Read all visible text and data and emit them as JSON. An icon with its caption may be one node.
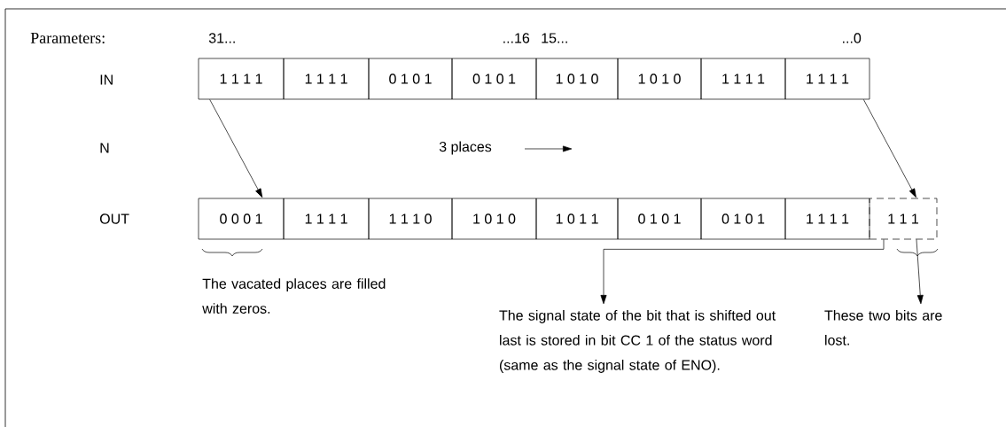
{
  "diagram": {
    "nodes": [
      {
        "text": [
          "1 1 1 1"
        ]
      },
      {
        "text": [
          "1 1 1 1"
        ]
      },
      {
        "text": [
          "0 1 0 1"
        ]
      },
      {
        "text": [
          "0 1 0 1"
        ]
      },
      {
        "text": [
          "1 0 1 0"
        ]
      },
      {
        "text": [
          "1 0 1 0"
        ]
      },
      {
        "text": [
          "1 1 1 1"
        ]
      },
      {
        "text": [
          "1 1 1 1"
        ]
      },
      {
        "text": [
          "0 0 0 1"
        ]
      },
      {
        "text": [
          "1 1 1 1"
        ]
      },
      {
        "text": [
          "1 1 1 0"
        ]
      },
      {
        "text": [
          "1 0 1 0"
        ]
      },
      {
        "text": [
          "1 0 1 1"
        ]
      },
      {
        "text": [
          "0 1 0 1"
        ]
      },
      {
        "text": [
          "0 1 0 1"
        ]
      },
      {
        "text": [
          "1 1 1 1"
        ]
      },
      {
        "text": [
          "1 1 1"
        ]
      },
      {
        "text": [
          "The signal state of the bit that is shifted out last is stored in bit CC 1 of the status word (same as the signal state of ENO)."
        ]
      },
      {
        "text": [
          "These two bits are lost."
        ]
      }
    ],
    "edges": [
      {
        "from": 0,
        "to": 8,
        "arrow": "to"
      },
      {
        "from": 7,
        "to": 16,
        "arrow": "to"
      },
      {
        "from": 16,
        "to": 17,
        "arrow": "to"
      },
      {
        "from": 16,
        "to": 18,
        "arrow": "to"
      }
    ],
    "labels": [
      "Parameters:",
      "31...",
      "...16",
      "15...",
      "...0",
      "IN",
      "N",
      "3 places",
      "OUT",
      "The vacated places are filled with zeros."
    ]
  }
}
